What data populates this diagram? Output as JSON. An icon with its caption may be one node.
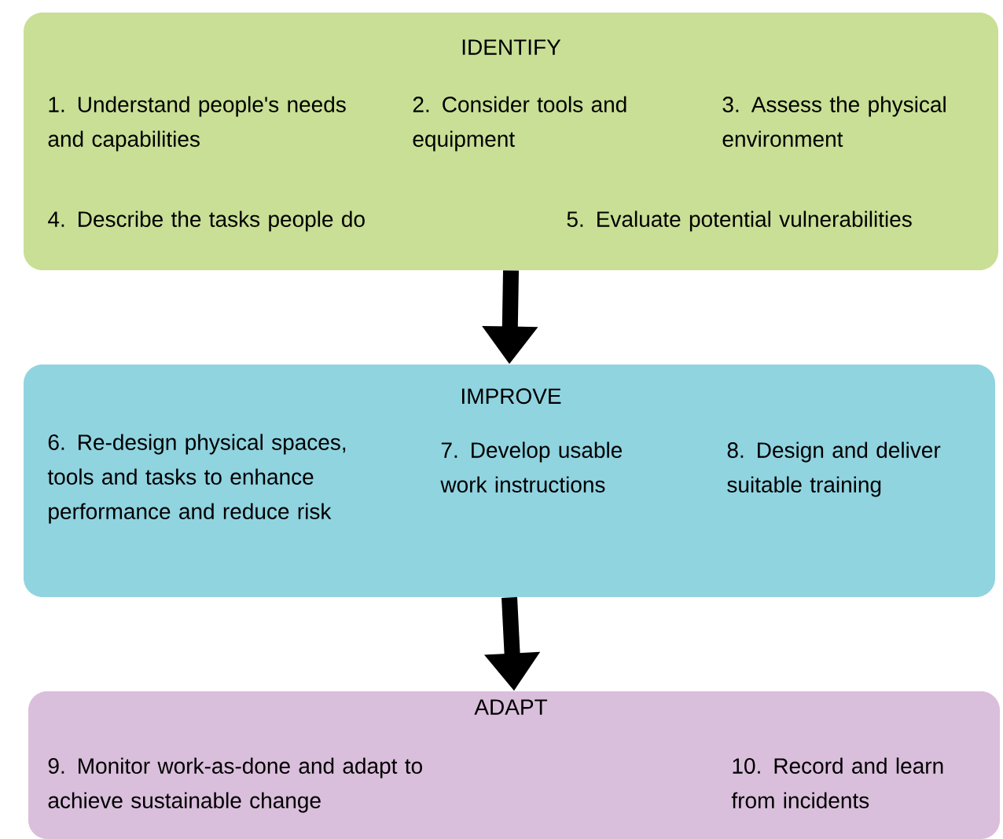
{
  "diagram": {
    "nodes": [
      {
        "text": [
          "IDENTIFY",
          "1. Understand people's needs and capabilities",
          "2. Consider tools and equipment",
          "3. Assess the physical environment",
          "4. Describe the tasks people do",
          "5. Evaluate potential vulnerabilities"
        ]
      },
      {
        "text": [
          "IMPROVE",
          "6. Re-design physical spaces, tools and tasks to enhance performance and reduce risk",
          "7. Develop usable work instructions",
          "8. Design and deliver suitable training"
        ]
      },
      {
        "text": [
          "ADAPT",
          "9. Monitor work-as-done and adapt to achieve sustainable change",
          "10. Record and learn from incidents"
        ]
      }
    ],
    "edges": [
      {
        "from": 0,
        "to": 1,
        "arrow": "to"
      },
      {
        "from": 1,
        "to": 2,
        "arrow": "to"
      }
    ]
  }
}
